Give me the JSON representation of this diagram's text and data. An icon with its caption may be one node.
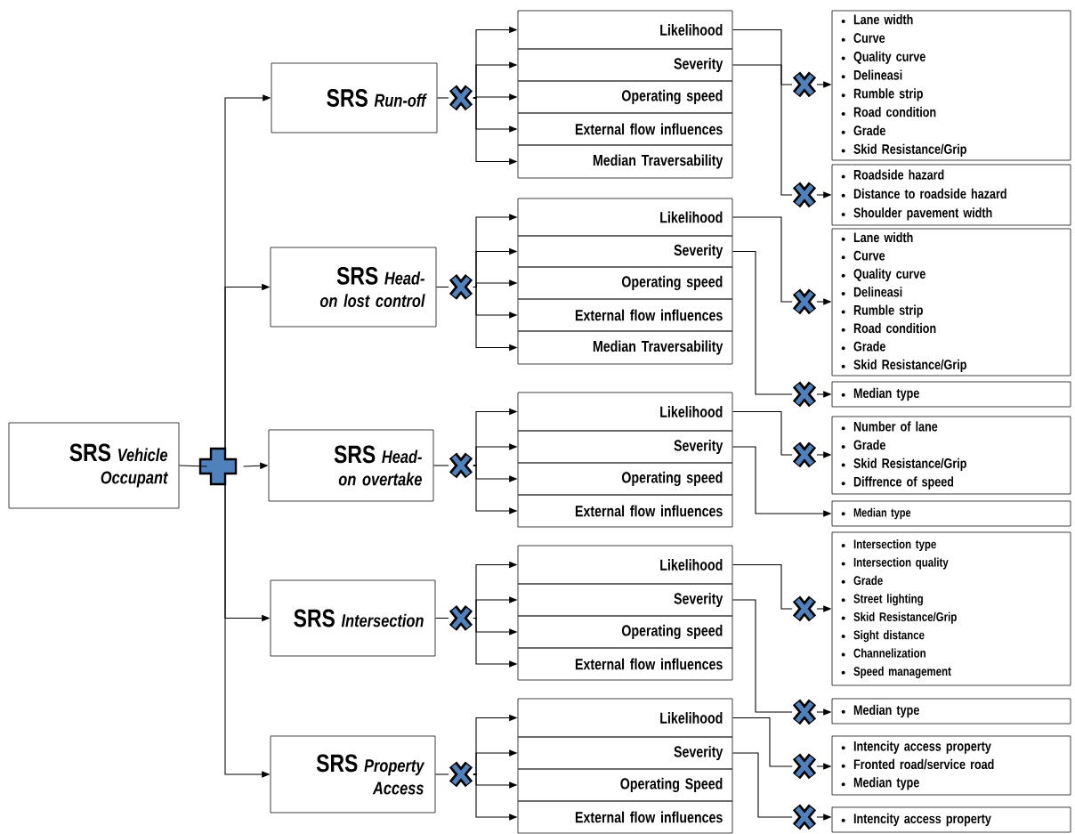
{
  "diagram": {
    "nodes": [
      {
        "text": [
          "SRS",
          "Vehicle Occupant"
        ]
      },
      {
        "text": [],
        "shape": "plus"
      },
      {
        "text": [
          "SRS",
          "Run-off"
        ]
      },
      {
        "text": [],
        "shape": "cross"
      },
      {
        "text": [
          "Likelihood"
        ]
      },
      {
        "text": [
          "Severity"
        ]
      },
      {
        "text": [
          "Operating speed"
        ]
      },
      {
        "text": [
          "External flow influences"
        ]
      },
      {
        "text": [
          "Median Traversability"
        ]
      },
      {
        "text": [
          "SRS",
          "Head-on lost control"
        ]
      },
      {
        "text": [],
        "shape": "cross"
      },
      {
        "text": [
          "Likelihood"
        ]
      },
      {
        "text": [
          "Severity"
        ]
      },
      {
        "text": [
          "Operating speed"
        ]
      },
      {
        "text": [
          "External flow influences"
        ]
      },
      {
        "text": [
          "Median Traversability"
        ]
      },
      {
        "text": [
          "SRS",
          "Head-on overtake"
        ]
      },
      {
        "text": [],
        "shape": "cross"
      },
      {
        "text": [
          "Likelihood"
        ]
      },
      {
        "text": [
          "Severity"
        ]
      },
      {
        "text": [
          "Operating speed"
        ]
      },
      {
        "text": [
          "External flow influences"
        ]
      },
      {
        "text": [
          "SRS",
          "Intersection"
        ]
      },
      {
        "text": [],
        "shape": "cross"
      },
      {
        "text": [
          "Likelihood"
        ]
      },
      {
        "text": [
          "Severity"
        ]
      },
      {
        "text": [
          "Operating speed"
        ]
      },
      {
        "text": [
          "External flow influences"
        ]
      },
      {
        "text": [
          "SRS",
          "Property Access"
        ]
      },
      {
        "text": [],
        "shape": "cross"
      },
      {
        "text": [
          "Likelihood"
        ]
      },
      {
        "text": [
          "Severity"
        ]
      },
      {
        "text": [
          "Operating Speed"
        ]
      },
      {
        "text": [
          "External flow influences"
        ]
      },
      {
        "text": [],
        "shape": "cross"
      },
      {
        "text": [
          "Lane width",
          "Curve",
          "Quality curve",
          "Delineasi",
          "Rumble strip",
          "Road condition",
          "Grade",
          "Skid Resistance/Grip"
        ]
      },
      {
        "text": [],
        "shape": "cross"
      },
      {
        "text": [
          "Roadside hazard",
          "Distance to roadside hazard",
          "Shoulder pavement width"
        ]
      },
      {
        "text": [],
        "shape": "cross"
      },
      {
        "text": [
          "Lane width",
          "Curve",
          "Quality curve",
          "Delineasi",
          "Rumble strip",
          "Road condition",
          "Grade",
          "Skid Resistance/Grip"
        ]
      },
      {
        "text": [],
        "shape": "cross"
      },
      {
        "text": [
          "Median type"
        ]
      },
      {
        "text": [],
        "shape": "cross"
      },
      {
        "text": [
          "Number of lane",
          "Grade",
          "Skid Resistance/Grip",
          "Diffrence of speed"
        ]
      },
      {
        "text": [
          "Median type"
        ]
      },
      {
        "text": [],
        "shape": "cross"
      },
      {
        "text": [
          "Intersection type",
          "Intersection quality",
          "Grade",
          "Street lighting",
          "Skid Resistance/Grip",
          "Sight distance",
          "Channelization",
          "Speed management"
        ]
      },
      {
        "text": [],
        "shape": "cross"
      },
      {
        "text": [
          "Median type"
        ]
      },
      {
        "text": [],
        "shape": "cross"
      },
      {
        "text": [
          "Intencity access property",
          "Fronted road/service road",
          "Median type"
        ]
      },
      {
        "text": [],
        "shape": "cross"
      },
      {
        "text": [
          "Intencity access property"
        ]
      }
    ],
    "edges": [
      {
        "from": 0,
        "to": 1,
        "arrow": "none"
      },
      {
        "from": 1,
        "to": 2,
        "arrow": "to"
      },
      {
        "from": 1,
        "to": 9,
        "arrow": "to"
      },
      {
        "from": 1,
        "to": 16,
        "arrow": "to"
      },
      {
        "from": 1,
        "to": 22,
        "arrow": "to"
      },
      {
        "from": 1,
        "to": 28,
        "arrow": "to"
      },
      {
        "from": 2,
        "to": 3,
        "arrow": "none"
      },
      {
        "from": 3,
        "to": 4,
        "arrow": "to"
      },
      {
        "from": 3,
        "to": 5,
        "arrow": "to"
      },
      {
        "from": 3,
        "to": 6,
        "arrow": "to"
      },
      {
        "from": 3,
        "to": 7,
        "arrow": "to"
      },
      {
        "from": 3,
        "to": 8,
        "arrow": "to"
      },
      {
        "from": 9,
        "to": 10,
        "arrow": "none"
      },
      {
        "from": 10,
        "to": 11,
        "arrow": "to"
      },
      {
        "from": 10,
        "to": 12,
        "arrow": "to"
      },
      {
        "from": 10,
        "to": 13,
        "arrow": "to"
      },
      {
        "from": 10,
        "to": 14,
        "arrow": "to"
      },
      {
        "from": 10,
        "to": 15,
        "arrow": "to"
      },
      {
        "from": 16,
        "to": 17,
        "arrow": "none"
      },
      {
        "from": 17,
        "to": 18,
        "arrow": "to"
      },
      {
        "from": 17,
        "to": 19,
        "arrow": "to"
      },
      {
        "from": 17,
        "to": 20,
        "arrow": "to"
      },
      {
        "from": 17,
        "to": 21,
        "arrow": "to"
      },
      {
        "from": 22,
        "to": 23,
        "arrow": "none"
      },
      {
        "from": 23,
        "to": 24,
        "arrow": "to"
      },
      {
        "from": 23,
        "to": 25,
        "arrow": "to"
      },
      {
        "from": 23,
        "to": 26,
        "arrow": "to"
      },
      {
        "from": 23,
        "to": 27,
        "arrow": "to"
      },
      {
        "from": 28,
        "to": 29,
        "arrow": "none"
      },
      {
        "from": 29,
        "to": 30,
        "arrow": "to"
      },
      {
        "from": 29,
        "to": 31,
        "arrow": "to"
      },
      {
        "from": 29,
        "to": 32,
        "arrow": "to"
      },
      {
        "from": 29,
        "to": 33,
        "arrow": "to"
      },
      {
        "from": 4,
        "to": 34,
        "arrow": "none"
      },
      {
        "from": 34,
        "to": 35,
        "arrow": "to"
      },
      {
        "from": 5,
        "to": 36,
        "arrow": "none"
      },
      {
        "from": 36,
        "to": 37,
        "arrow": "to"
      },
      {
        "from": 11,
        "to": 38,
        "arrow": "none"
      },
      {
        "from": 38,
        "to": 39,
        "arrow": "to"
      },
      {
        "from": 12,
        "to": 40,
        "arrow": "none"
      },
      {
        "from": 40,
        "to": 41,
        "arrow": "to"
      },
      {
        "from": 18,
        "to": 42,
        "arrow": "none"
      },
      {
        "from": 42,
        "to": 43,
        "arrow": "to"
      },
      {
        "from": 19,
        "to": 44,
        "arrow": "to"
      },
      {
        "from": 24,
        "to": 45,
        "arrow": "none"
      },
      {
        "from": 45,
        "to": 46,
        "arrow": "to"
      },
      {
        "from": 25,
        "to": 47,
        "arrow": "none"
      },
      {
        "from": 47,
        "to": 48,
        "arrow": "to"
      },
      {
        "from": 30,
        "to": 49,
        "arrow": "none"
      },
      {
        "from": 49,
        "to": 50,
        "arrow": "to"
      },
      {
        "from": 31,
        "to": 51,
        "arrow": "none"
      },
      {
        "from": 51,
        "to": 52,
        "arrow": "to"
      }
    ]
  }
}
